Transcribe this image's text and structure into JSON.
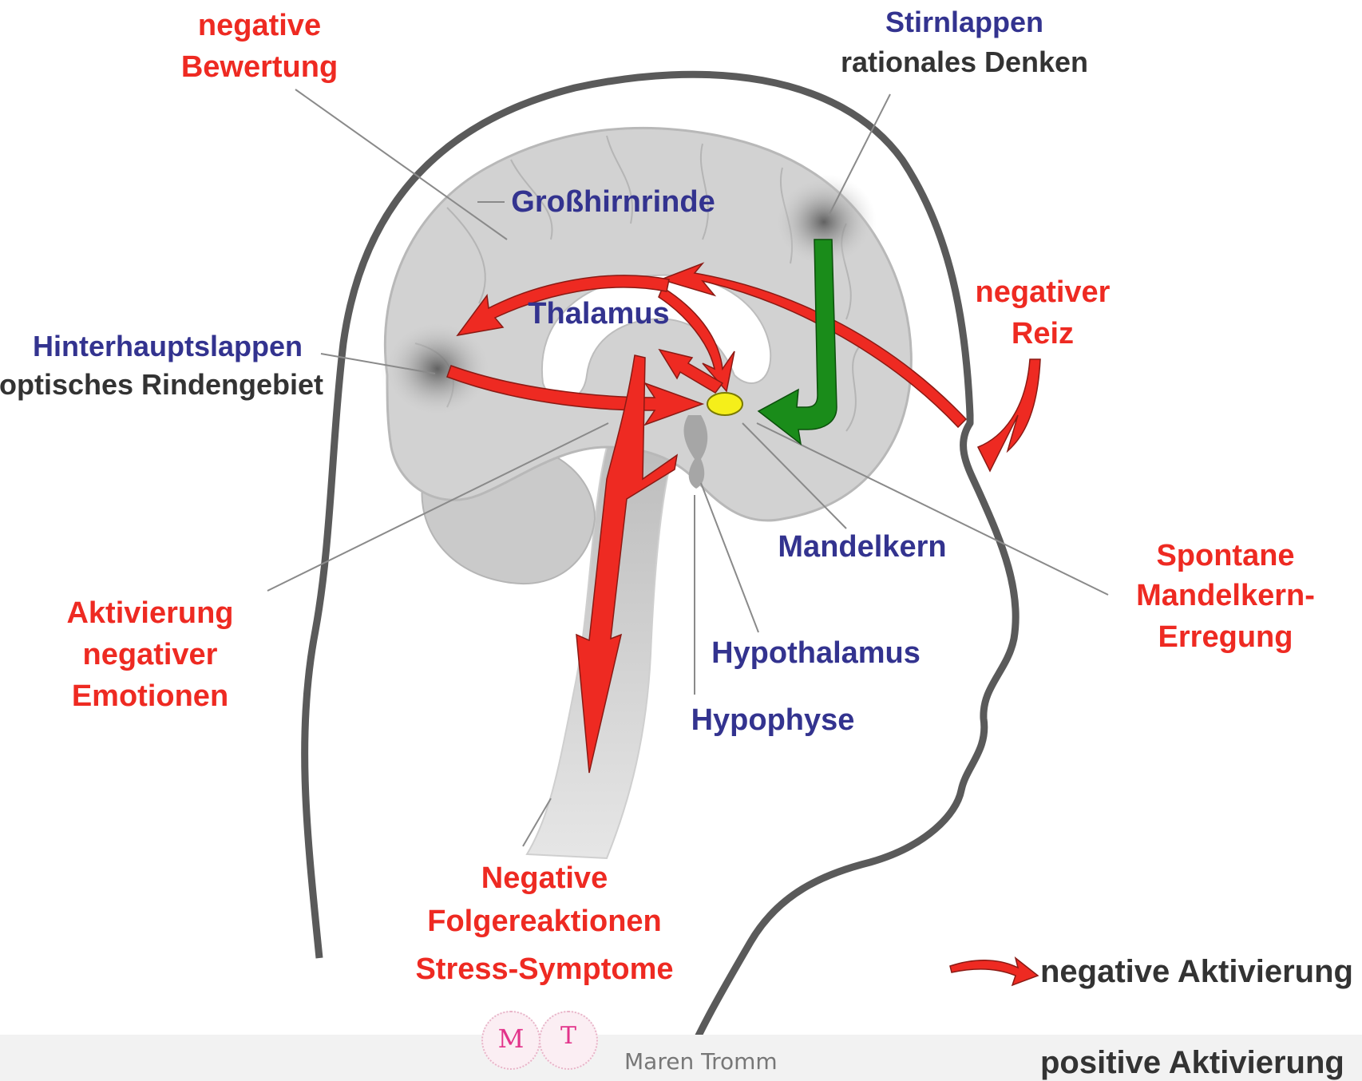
{
  "labels": {
    "negative_bewertung_1": "negative",
    "negative_bewertung_2": "Bewertung",
    "stirnlappen": "Stirnlappen",
    "rationales_denken": "rationales Denken",
    "grosshirnrinde": "Großhirnrinde",
    "thalamus": "Thalamus",
    "hinterhauptslappen": "Hinterhauptslappen",
    "optisches_rindengebiet": "optisches Rindengebiet",
    "negativer_reiz_1": "negativer",
    "negativer_reiz_2": "Reiz",
    "mandelkern": "Mandelkern",
    "spontane_1": "Spontane",
    "spontane_2": "Mandelkern-",
    "spontane_3": "Erregung",
    "aktivierung_1": "Aktivierung",
    "aktivierung_2": "negativer",
    "aktivierung_3": "Emotionen",
    "hypothalamus": "Hypothalamus",
    "hypophyse": "Hypophyse",
    "folge_1": "Negative",
    "folge_2": "Folgereaktionen",
    "folge_3": "Stress-Symptome"
  },
  "legend": {
    "negative": "negative Aktivierung",
    "positive": "positive Aktivierung"
  },
  "footer": {
    "logo_letter_1": "M",
    "logo_letter_2": "T",
    "author": "Maren Tromm"
  },
  "colors": {
    "negative_red": "#ee2a22",
    "positive_green": "#1a8c1a",
    "label_blue": "#33338f",
    "amygdala_yellow": "#f5ef1a"
  }
}
